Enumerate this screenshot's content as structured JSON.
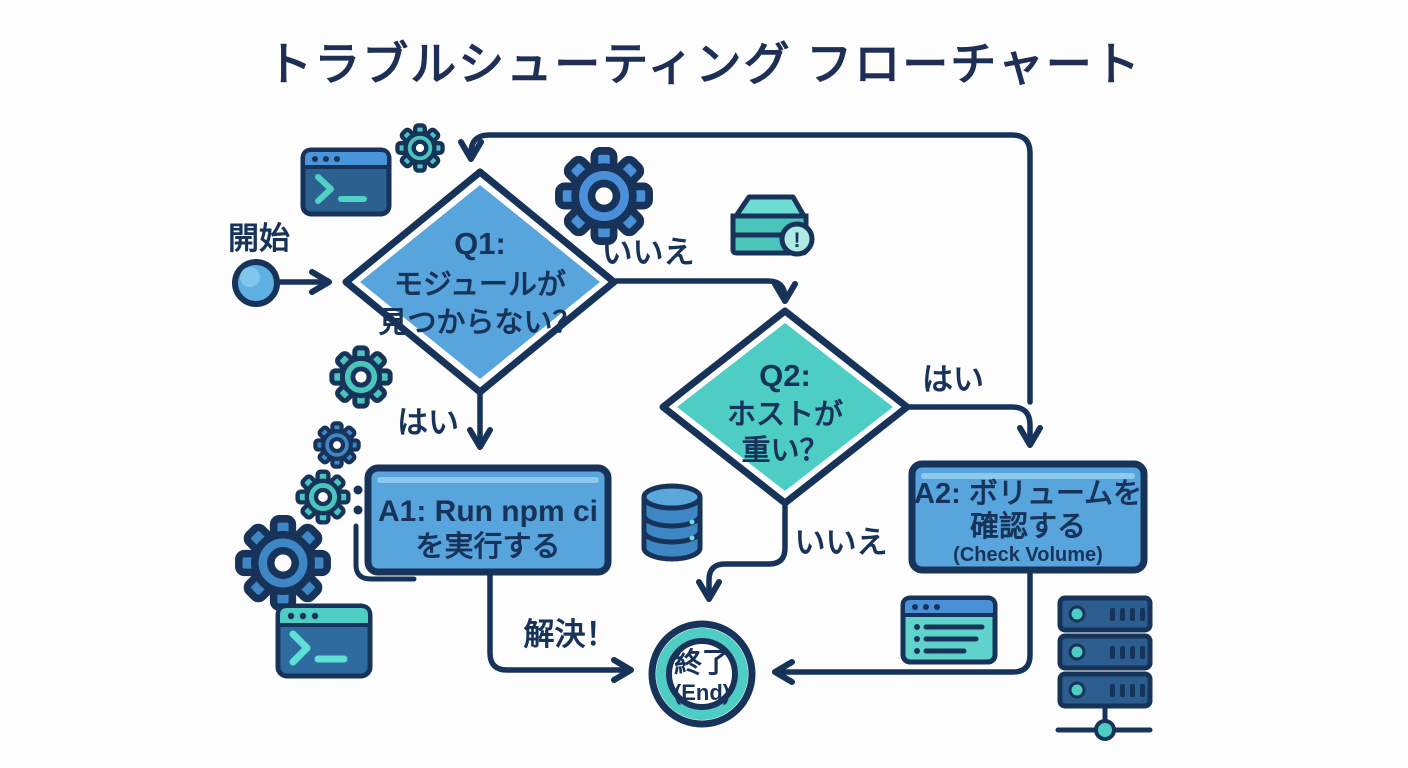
{
  "title": "トラブルシューティング フローチャート",
  "colors": {
    "navy": "#17335a",
    "blue_node": "#57a5dc",
    "blue_icon": "#4a90d9",
    "teal_node": "#4ecdc4",
    "teal_icon": "#49c5bb",
    "background": "#fdfdfd"
  },
  "nodes": {
    "start": {
      "label": "開始"
    },
    "q1": {
      "lines": [
        "Q1:",
        "モジュールが",
        "見つからない？"
      ]
    },
    "q2": {
      "lines": [
        "Q2:",
        "ホストが",
        "重い？"
      ]
    },
    "a1": {
      "lines": [
        "A1: Run npm ci",
        "を実行する"
      ]
    },
    "a2": {
      "lines": [
        "A2: ボリュームを",
        "確認する",
        "(Check Volume)"
      ]
    },
    "end": {
      "lines": [
        "終了",
        "(End)"
      ]
    }
  },
  "edges": {
    "q1_no_label": "いいえ",
    "q1_yes_label": "はい",
    "q2_yes_label": "はい",
    "q2_no_label": "いいえ",
    "solved_label": "解決！"
  },
  "icons": {
    "names": [
      "terminal-window-icon",
      "gear-icon",
      "storage-alert-icon",
      "database-icon",
      "browser-window-icon",
      "server-rack-icon"
    ],
    "alert_glyph": "!"
  }
}
